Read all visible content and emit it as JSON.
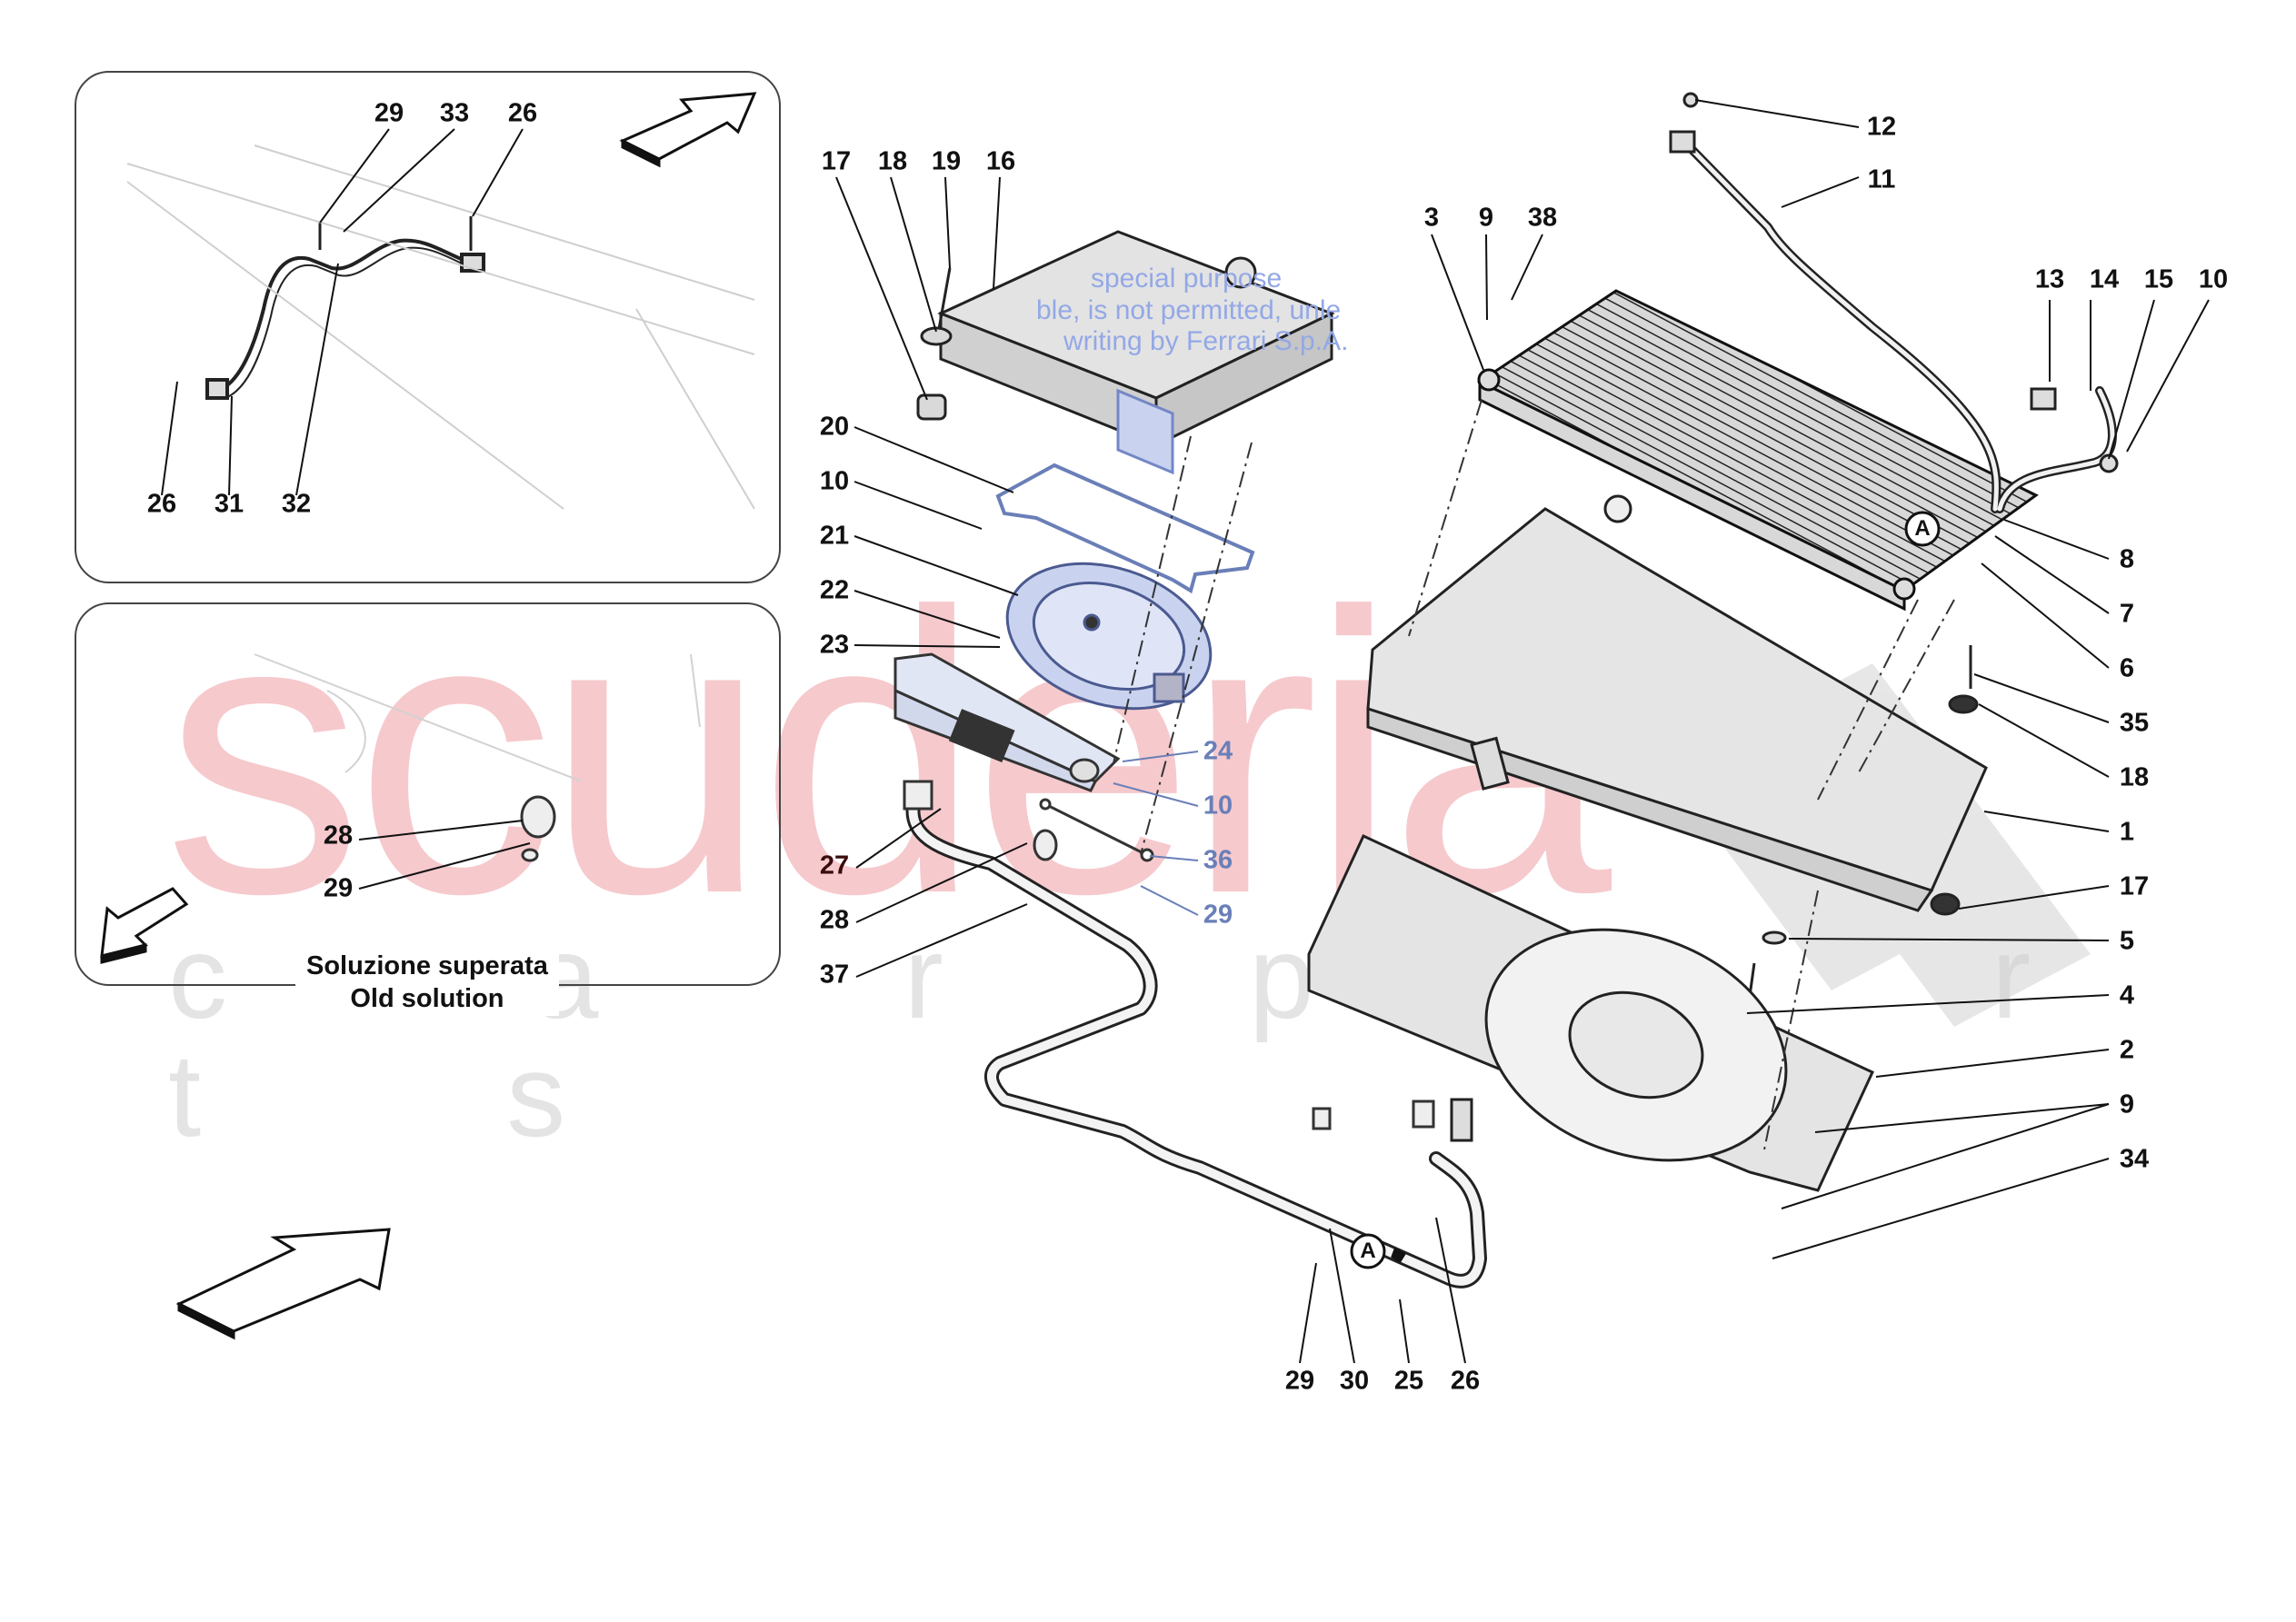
{
  "diagram": {
    "title": "Radiator / condenser / intercooler cooling assembly exploded view",
    "watermarks": {
      "brand": "scuderia",
      "sub": "c  a  r     p  a  r  t  s",
      "copyright_lines": [
        "special purpose",
        "ble, is not permitted, unle",
        "writing by Ferrari S.p.A."
      ]
    },
    "insets": [
      {
        "name": "top-inset",
        "labels": [
          "29",
          "33",
          "26",
          "26",
          "31",
          "32"
        ]
      },
      {
        "name": "bottom-inset",
        "labels": [
          "28",
          "29"
        ],
        "caption_line1": "Soluzione superata",
        "caption_line2": "Old solution"
      }
    ],
    "view_marker": "A",
    "callouts": {
      "c17a": "17",
      "c18a": "18",
      "c19": "19",
      "c16": "16",
      "c20": "20",
      "c10a": "10",
      "c21": "21",
      "c22": "22",
      "c23": "23",
      "c24": "24",
      "c10b": "10",
      "c36": "36",
      "c29b": "29",
      "c27": "27",
      "c28b": "28",
      "c37": "37",
      "c12": "12",
      "c11": "11",
      "c3": "3",
      "c9a": "9",
      "c38": "38",
      "c13": "13",
      "c14": "14",
      "c15": "15",
      "c10c": "10",
      "c8": "8",
      "c7": "7",
      "c6": "6",
      "c35": "35",
      "c18b": "18",
      "c1": "1",
      "c17b": "17",
      "c5": "5",
      "c4": "4",
      "c2": "2",
      "c9b": "9",
      "c34": "34",
      "c29c": "29",
      "c30": "30",
      "c25": "25",
      "c26c": "26",
      "i29": "29",
      "i33": "33",
      "i26a": "26",
      "i26b": "26",
      "i31": "31",
      "i32": "32",
      "o28": "28",
      "o29": "29"
    },
    "colors": {
      "line": "#111111",
      "part_fill": "#e6e6e6",
      "blue_part": "#c9d3f0",
      "callout_blue": "#6a7fb8",
      "watermark_red": "#f6c9cd",
      "watermark_grey": "#e4e4e4"
    }
  }
}
